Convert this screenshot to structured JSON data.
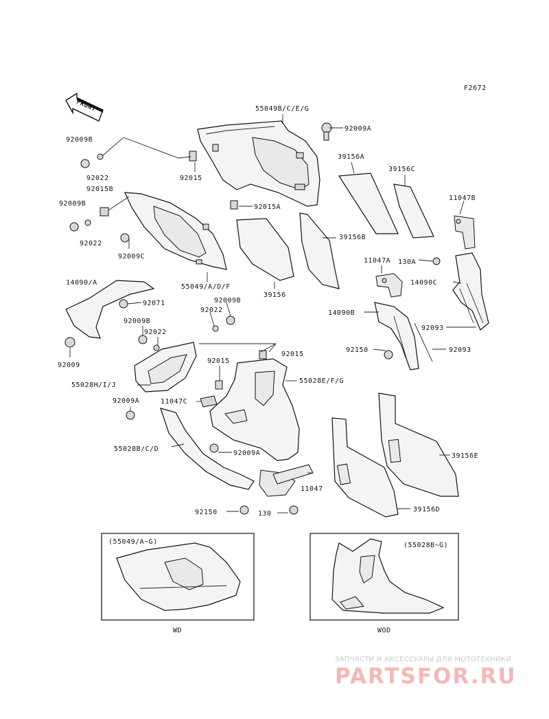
{
  "figure_id": "F2672",
  "front_label": "FRONT",
  "callouts": {
    "c55049BCEG": "55049B/C/E/G",
    "c92009A_top": "92009A",
    "c92009B_a": "92009B",
    "c92022_a": "92022",
    "c92015_a": "92015",
    "c92015B": "92015B",
    "c92009B_b": "92009B",
    "c92022_b": "92022",
    "c92009C": "92009C",
    "c92015A": "92015A",
    "c39156A": "39156A",
    "c39156C": "39156C",
    "c11047B": "11047B",
    "c39156B": "39156B",
    "c39156": "39156",
    "c55049ADF": "55049/A/D/F",
    "c11047A": "11047A",
    "c130A": "130A",
    "c14090C": "14090C",
    "c14090A": "14090/A",
    "c92071": "92071",
    "c92009B_c": "92009B",
    "c92022_c": "92022",
    "c14090B": "14090B",
    "c92093_a": "92093",
    "c92009B_d": "92009B",
    "c92022_d": "92022",
    "c92150_a": "92150",
    "c92093_b": "92093",
    "c92009": "92009",
    "c92015_b": "92015",
    "c92015_c": "92015",
    "c55028HIJ": "55028H/I/J",
    "c55028EFG": "55028E/F/G",
    "c92009A_mid": "92009A",
    "c11047C": "11047C",
    "c55028BCD": "55028B/C/D",
    "c92009A_low": "92009A",
    "c11047": "11047",
    "c39156E": "39156E",
    "c92150_b": "92150",
    "c130": "130",
    "c39156D": "39156D"
  },
  "insets": {
    "left_title": "(55049/A~G)",
    "left_caption": "WD",
    "right_title": "(55028B~G)",
    "right_caption": "WOD"
  },
  "watermark": {
    "tagline": "ЗАПЧАСТИ И АКСЕССУАРЫ ДЛЯ МОТОТЕХНИКИ",
    "brand": "PARTSFOR.RU"
  }
}
